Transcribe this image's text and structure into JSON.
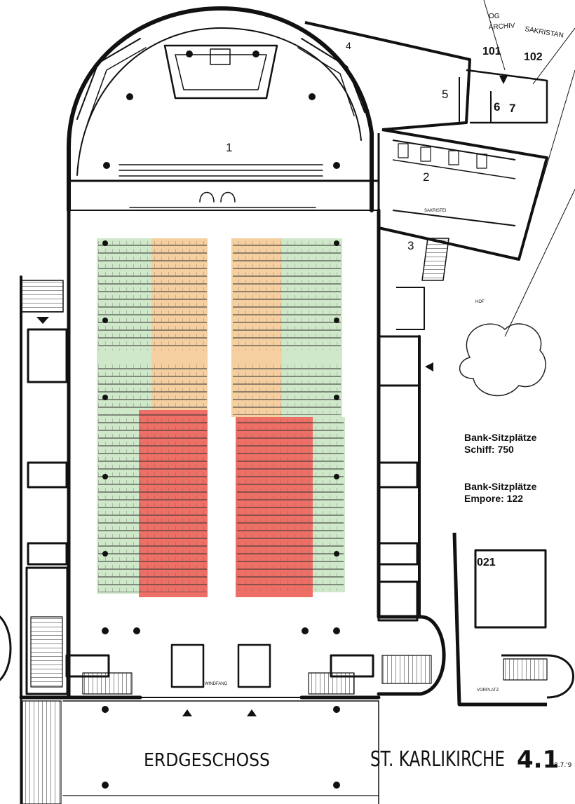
{
  "plan": {
    "title": "ERDGESCHOSS",
    "church": "ST. KARLIKIRCHE",
    "sheet_number": "4.1",
    "date": "8.7.'9"
  },
  "room_labels": {
    "r1": "1",
    "r2": "2",
    "r3": "3",
    "r4": "4",
    "r5": "5",
    "r6": "6",
    "r7": "7",
    "r101": "101",
    "r102": "102",
    "r021": "021",
    "og": "OG",
    "archiv": "ARCHIV",
    "sakristan": "SAKRISTAN",
    "sakristei": "SAKRISTEI",
    "windfang": "WINDFANG",
    "vorplatz": "VORPLATZ",
    "hof": "HOF"
  },
  "legend": {
    "schiff_heading": "Bank-Sitzplätze",
    "schiff_value": "Schiff: 750",
    "empore_heading": "Bank-Sitzplätze",
    "empore_value": "Empore: 122"
  },
  "zone_colors": {
    "green": "#cfe8c9",
    "orange": "#f6cfa0",
    "red": "#ee6f66"
  }
}
